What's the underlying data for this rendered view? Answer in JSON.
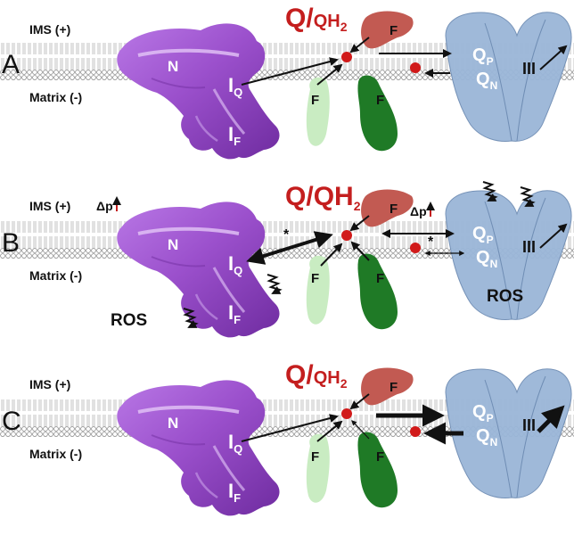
{
  "panels": [
    {
      "letter": "A",
      "ims_label": "IMS (+)",
      "matrix_label": "Matrix (-)",
      "q_main": "Q",
      "q_slash": "/",
      "q_rest": "QH",
      "q_sub": "2",
      "complex1_label": "N",
      "iq_label": "I",
      "iq_sub": "Q",
      "if_label": "I",
      "if_sub": "F",
      "flavo_labels": [
        "F",
        "F",
        "F"
      ],
      "qp_label": "Q",
      "qp_sub": "P",
      "qn_label": "Q",
      "qn_sub": "N",
      "complex3_label": "III"
    },
    {
      "letter": "B",
      "ims_label": "IMS (+)",
      "matrix_label": "Matrix (-)",
      "q_main": "Q",
      "q_slash": "/",
      "q_rest": "QH",
      "q_sub": "2",
      "complex1_label": "N",
      "iq_label": "I",
      "iq_sub": "Q",
      "if_label": "I",
      "if_sub": "F",
      "flavo_labels": [
        "F",
        "F",
        "F"
      ],
      "qp_label": "Q",
      "qp_sub": "P",
      "qn_label": "Q",
      "qn_sub": "N",
      "complex3_label": "III",
      "delta_p_left": "Δp",
      "delta_p_right": "Δp",
      "ros_left": "ROS",
      "ros_right": "ROS",
      "star": "*"
    },
    {
      "letter": "C",
      "ims_label": "IMS (+)",
      "matrix_label": "Matrix (-)",
      "q_main": "Q",
      "q_slash": "/",
      "q_rest": "QH",
      "q_sub": "2",
      "complex1_label": "N",
      "iq_label": "I",
      "iq_sub": "Q",
      "if_label": "I",
      "if_sub": "F",
      "flavo_labels": [
        "F",
        "F",
        "F"
      ],
      "qp_label": "Q",
      "qp_sub": "P",
      "qn_label": "Q",
      "qn_sub": "N",
      "complex3_label": "III"
    }
  ],
  "colors": {
    "complex1": "#9b50cc",
    "complex1_light": "#d7b2f0",
    "complex3": "#9ab6d8",
    "complex3_stroke": "#6f8db4",
    "flavo_red": "#c25a52",
    "flavo_light_green": "#c9ecc2",
    "flavo_dark_green": "#1f7a26",
    "quinone": "#d11a1a",
    "text_red": "#c41e1e",
    "membrane": "#9a9a9a"
  }
}
